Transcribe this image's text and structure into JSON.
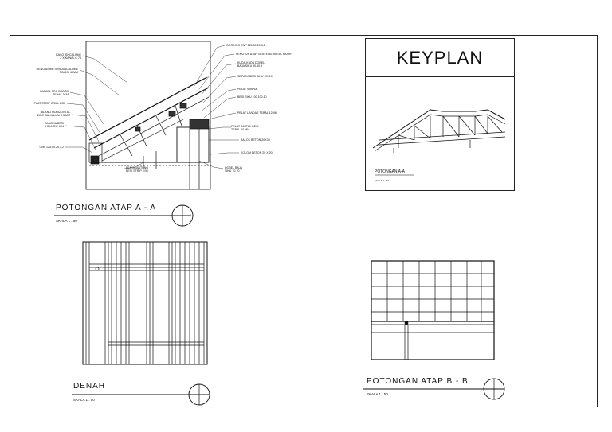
{
  "keyplan": {
    "title": "KEYPLAN",
    "section_title": "POTONGAN A-A",
    "section_scale": "SKALA 1 : 50"
  },
  "section_aa": {
    "title": "POTONGAN ATAP A - A",
    "scale": "SKALA 1 : 50",
    "labels_left": [
      "KASO ZINCALUME",
      "2 X KANAL C 75",
      "RENG ASIMETRIS ZINCALUME",
      "TINGGI 40MM",
      "GANJAL SRC BOARD",
      "TEBAL 2CM",
      "PLAT STRIP GRILL 2/30",
      "TALANG HORIZONTAL",
      "ZINC GALVALUM 0.3 MM",
      "RANGKA BESI",
      "HOLLOW 4X4",
      "CNP 125.50.20.3,2"
    ],
    "labels_right": [
      "GORDING CNP 125.50.20.3,2",
      "PENUTUP ATAP GENTENG METAL PASIR",
      "KUDA-KUDA DOBEL",
      "BAJA SIKU 60.60.6",
      "SEPATU BESI SIKU 10X10",
      "PELAT SIMPUL",
      "BESI SIKU 100.100.10",
      "PELAT LANDAS TEBAL 12MM",
      "PELAT SIMPUL BESI",
      "TEBAL 10 MM",
      "BALOK BETON 20X35",
      "KOLOM BETON 20 X 20",
      "DOBEL BAJA",
      "SIKU 70.70.7"
    ],
    "label_bottom": [
      "PENGGANTUNG",
      "BESI STRIP 2/30"
    ]
  },
  "denah": {
    "title": "DENAH",
    "scale": "SKALA 1 : 50"
  },
  "section_bb": {
    "title": "POTONGAN ATAP B - B",
    "scale": "SKALA 1 : 50"
  }
}
